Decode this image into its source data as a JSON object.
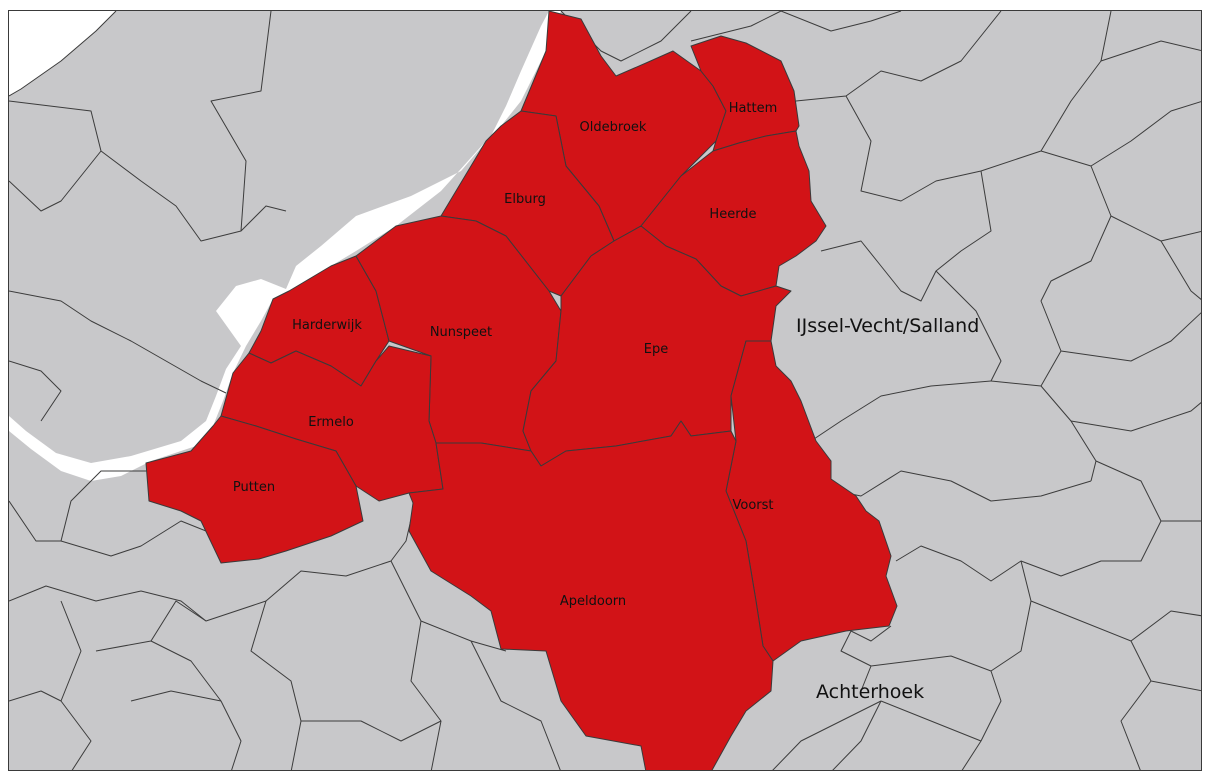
{
  "map": {
    "colors": {
      "background_land": "#c8c8ca",
      "water": "#ffffff",
      "highlight": "#d21317",
      "border": "#3c3c3c"
    },
    "highlighted_region": {
      "municipalities": [
        {
          "id": "oldebroek",
          "name": "Oldebroek"
        },
        {
          "id": "hattem",
          "name": "Hattem"
        },
        {
          "id": "elburg",
          "name": "Elburg"
        },
        {
          "id": "heerde",
          "name": "Heerde"
        },
        {
          "id": "harderwijk",
          "name": "Harderwijk"
        },
        {
          "id": "nunspeet",
          "name": "Nunspeet"
        },
        {
          "id": "epe",
          "name": "Epe"
        },
        {
          "id": "ermelo",
          "name": "Ermelo"
        },
        {
          "id": "putten",
          "name": "Putten"
        },
        {
          "id": "voorst",
          "name": "Voorst"
        },
        {
          "id": "apeldoorn",
          "name": "Apeldoorn"
        }
      ]
    },
    "neighbor_regions": [
      {
        "id": "ijssel-vecht",
        "name": "IJssel-Vecht/Salland"
      },
      {
        "id": "achterhoek",
        "name": "Achterhoek"
      }
    ]
  }
}
